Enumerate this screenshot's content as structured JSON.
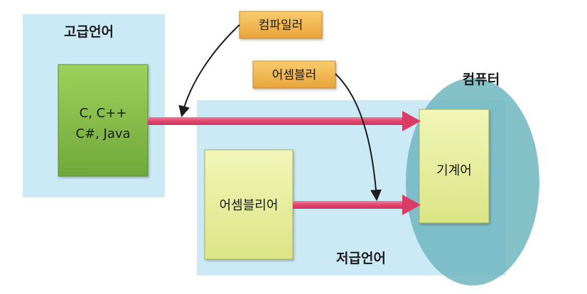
{
  "high_level": {
    "title": "고급언어",
    "languages_line1": "C, C++",
    "languages_line2": "C#, Java"
  },
  "low_level": {
    "title": "저급언어",
    "assembly": "어셈블리어"
  },
  "computer": {
    "title": "컴퓨터",
    "machine": "기계어"
  },
  "tags": {
    "compiler": "컴파일러",
    "assembler": "어셈블러"
  },
  "colors": {
    "region_fill": "#cce9f6",
    "computer_fill": "#6fb6bf",
    "green_box": "#8fc24f",
    "yellow_box": "#e7ef9f",
    "tag_fill": "#f2b44a",
    "arrow_red": "#e34d73",
    "curve_black": "#1c1c1c"
  }
}
